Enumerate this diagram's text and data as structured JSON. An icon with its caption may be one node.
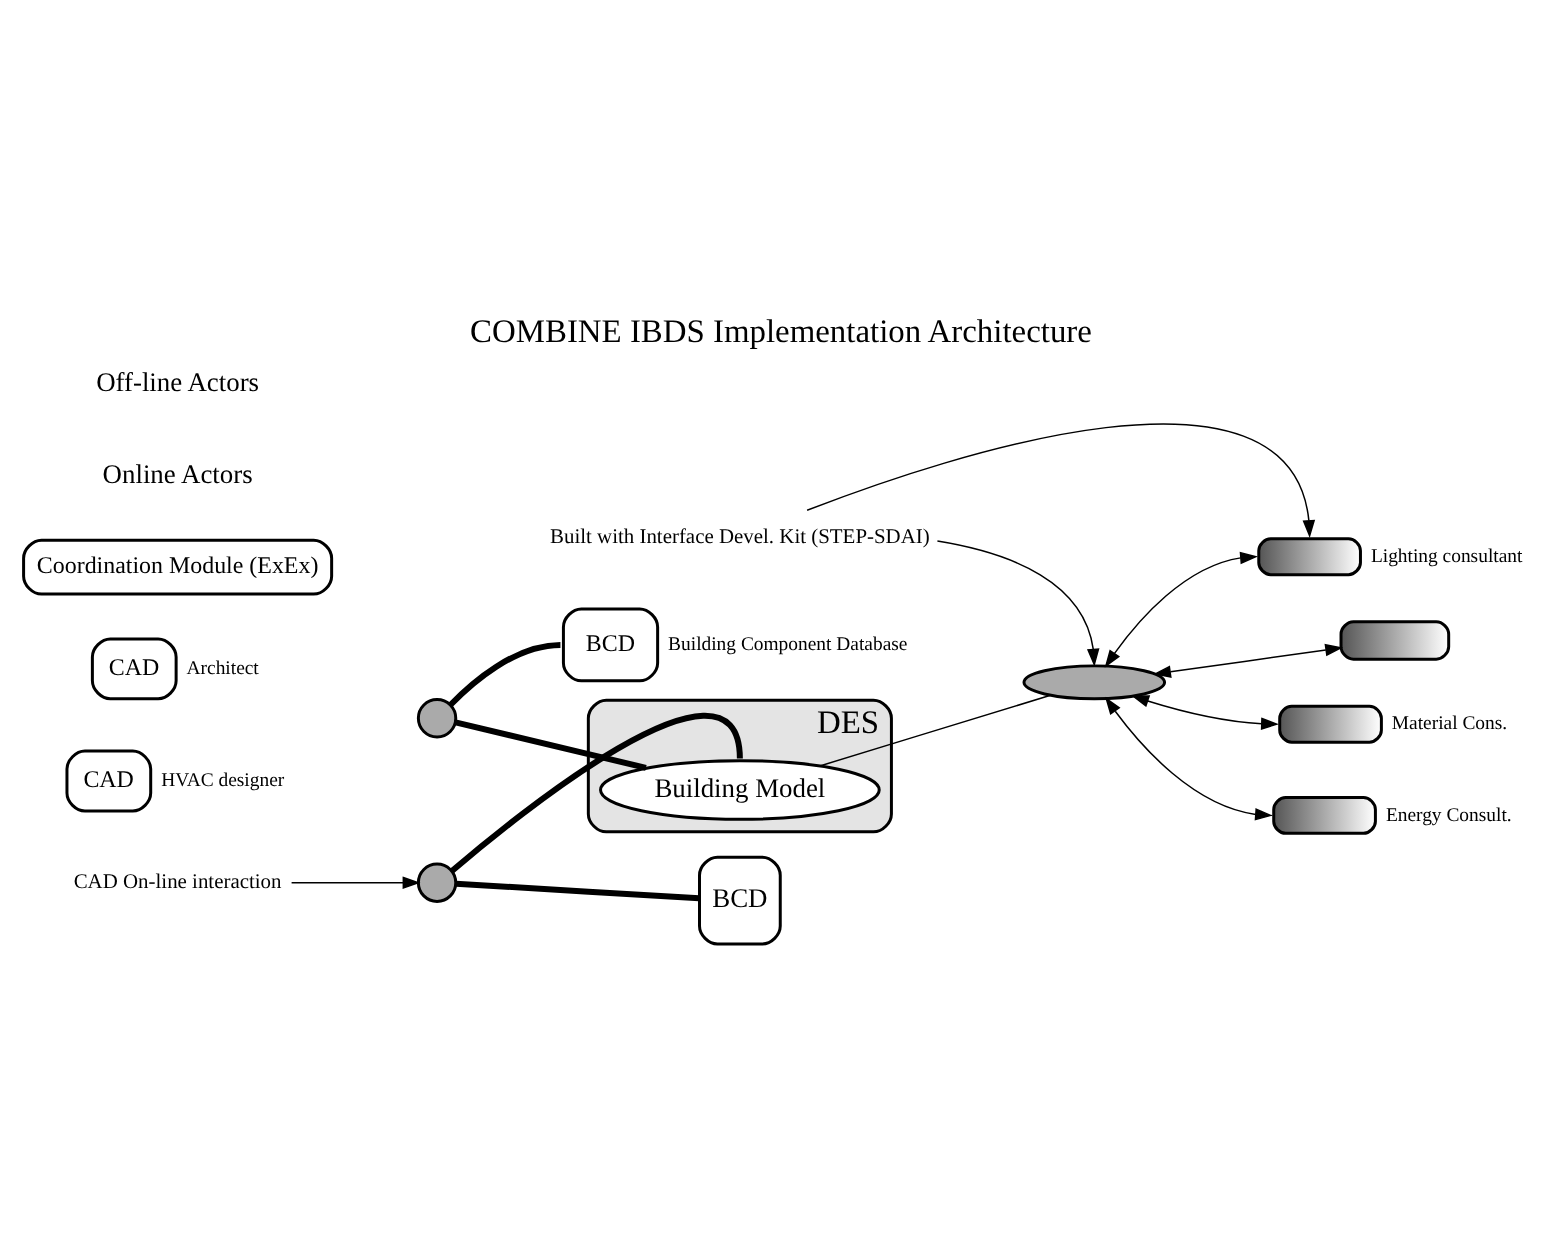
{
  "diagram": {
    "title": "COMBINE IBDS Implementation Architecture",
    "nodes": [
      {
        "text": [
          "DES"
        ]
      },
      {
        "text": [
          "Building Model"
        ],
        "in": 0
      },
      {
        "text": [
          "BCD"
        ],
        "beside": [
          "Building Component Database"
        ]
      },
      {
        "text": [
          "CAD"
        ],
        "beside": [
          "HVAC designer"
        ]
      },
      {
        "text": [],
        "shape": "circle"
      },
      {
        "text": [
          "CAD"
        ],
        "beside": [
          "Architect"
        ]
      },
      {
        "text": [],
        "shape": "circle"
      },
      {
        "text": [
          "BCD"
        ]
      },
      {
        "text": [],
        "shape": "ellipse"
      },
      {
        "text": [],
        "shape": "cylinder",
        "beside": [
          "Lighting consultant"
        ]
      },
      {
        "text": [],
        "shape": "cylinder",
        "beside": [
          "Energy Consult."
        ]
      },
      {
        "text": [],
        "shape": "cylinder"
      },
      {
        "text": [],
        "shape": "cylinder",
        "beside": [
          "Material Cons."
        ]
      },
      {
        "text": [
          "Coordination Module (ExEx)"
        ]
      },
      {
        "text": [
          "Built with Interface Devel. Kit (STEP-SDAI)"
        ]
      },
      {
        "text": [
          "CAD On-line interaction"
        ]
      }
    ],
    "edges": [
      {
        "from": 4,
        "to": 2,
        "arrow": "none",
        "style": "thick"
      },
      {
        "from": 4,
        "to": 1,
        "arrow": "none",
        "style": "thick"
      },
      {
        "from": 6,
        "to": 1,
        "arrow": "none",
        "style": "thick"
      },
      {
        "from": 6,
        "to": 7,
        "arrow": "none",
        "style": "thick"
      },
      {
        "from": 1,
        "to": 8,
        "arrow": "none"
      },
      {
        "from": 8,
        "to": 9,
        "arrow": "both"
      },
      {
        "from": 8,
        "to": 10,
        "arrow": "both"
      },
      {
        "from": 8,
        "to": 11,
        "arrow": "both"
      },
      {
        "from": 8,
        "to": 12,
        "arrow": "both"
      },
      {
        "from": 14,
        "to": 9,
        "arrow": "to"
      },
      {
        "from": 14,
        "to": 8,
        "arrow": "to"
      },
      {
        "from": 15,
        "to": 6,
        "arrow": "to"
      }
    ],
    "labels": [
      "Online Actors",
      "Off-line Actors"
    ]
  }
}
